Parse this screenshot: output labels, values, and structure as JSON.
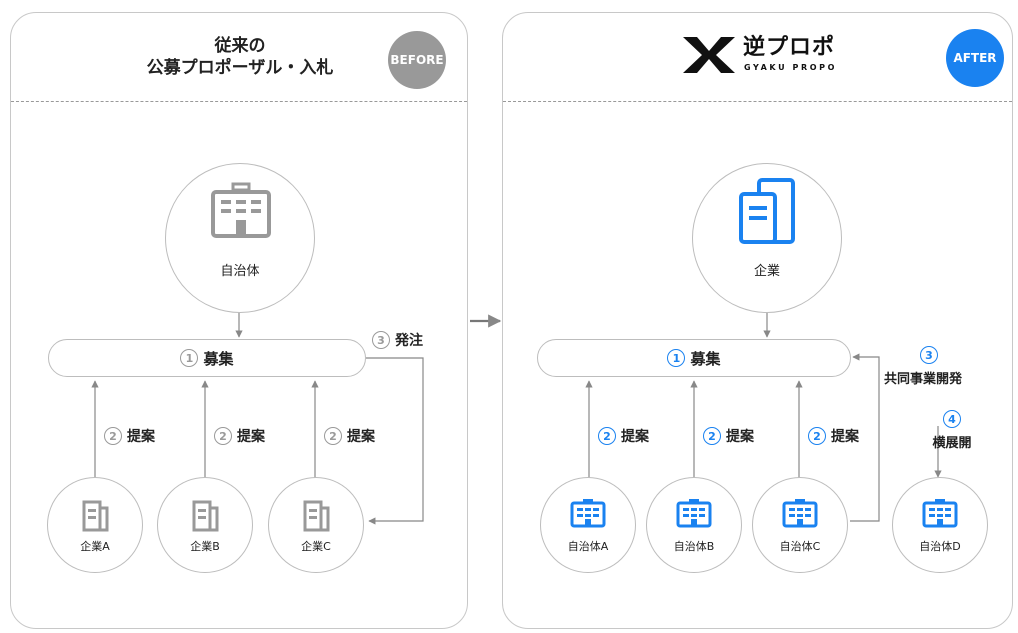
{
  "before": {
    "badge": "BEFORE",
    "title_line1": "従来の",
    "title_line2": "公募プロポーザル・入札",
    "center": "自治体",
    "recruit": "募集",
    "recruit_num": "1",
    "propose": "提案",
    "propose_num": "2",
    "order": "発注",
    "order_num": "3",
    "companies": [
      "企業A",
      "企業B",
      "企業C"
    ]
  },
  "after": {
    "badge": "AFTER",
    "logo_text": "逆プロポ",
    "logo_sub": "GYAKU PROPO",
    "center": "企業",
    "recruit": "募集",
    "recruit_num": "1",
    "propose": "提案",
    "propose_num": "2",
    "joint_num": "3",
    "joint": "共同事業開発",
    "expand_num": "4",
    "expand": "横展開",
    "municipalities": [
      "自治体A",
      "自治体B",
      "自治体C",
      "自治体D"
    ]
  },
  "colors": {
    "accent": "#1a82f0",
    "gray": "#999999"
  },
  "icons": [
    "municipal-building-icon",
    "office-building-icon",
    "company-icon",
    "arrow-right-icon"
  ]
}
